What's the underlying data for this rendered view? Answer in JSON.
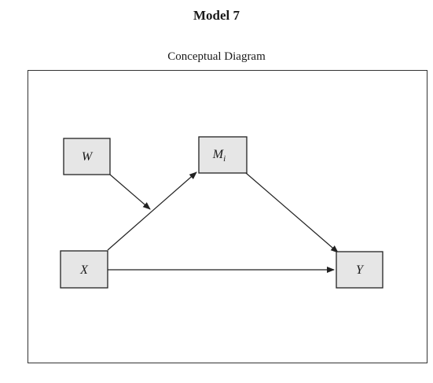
{
  "title": "Model 7",
  "caption": "Conceptual Diagram",
  "nodes": {
    "w": {
      "label": "W"
    },
    "m": {
      "label": "M",
      "subscript": "i"
    },
    "x": {
      "label": "X"
    },
    "y": {
      "label": "Y"
    }
  },
  "edges": [
    {
      "from": "X",
      "to": "M"
    },
    {
      "from": "M",
      "to": "Y"
    },
    {
      "from": "X",
      "to": "Y"
    },
    {
      "from": "W",
      "to": "X→M"
    }
  ]
}
